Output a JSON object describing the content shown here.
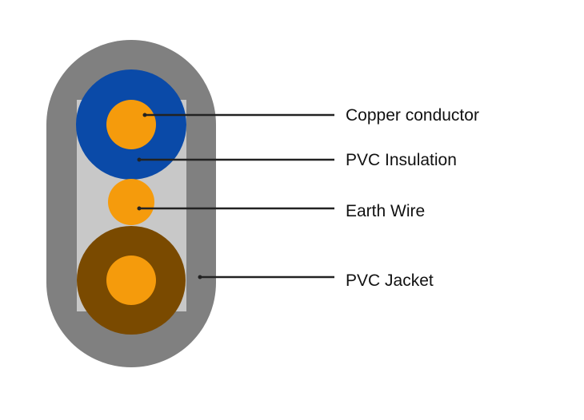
{
  "labels": {
    "copper_conductor": "Copper conductor",
    "pvc_insulation": "PVC Insulation",
    "earth_wire": "Earth Wire",
    "pvc_jacket": "PVC Jacket"
  },
  "colors": {
    "jacket": "#808080",
    "filler": "#c8c8c8",
    "blue_insulation": "#0a4aa8",
    "brown_insulation": "#7a4a00",
    "copper": "#f59b0c",
    "leader_line": "#222222"
  }
}
